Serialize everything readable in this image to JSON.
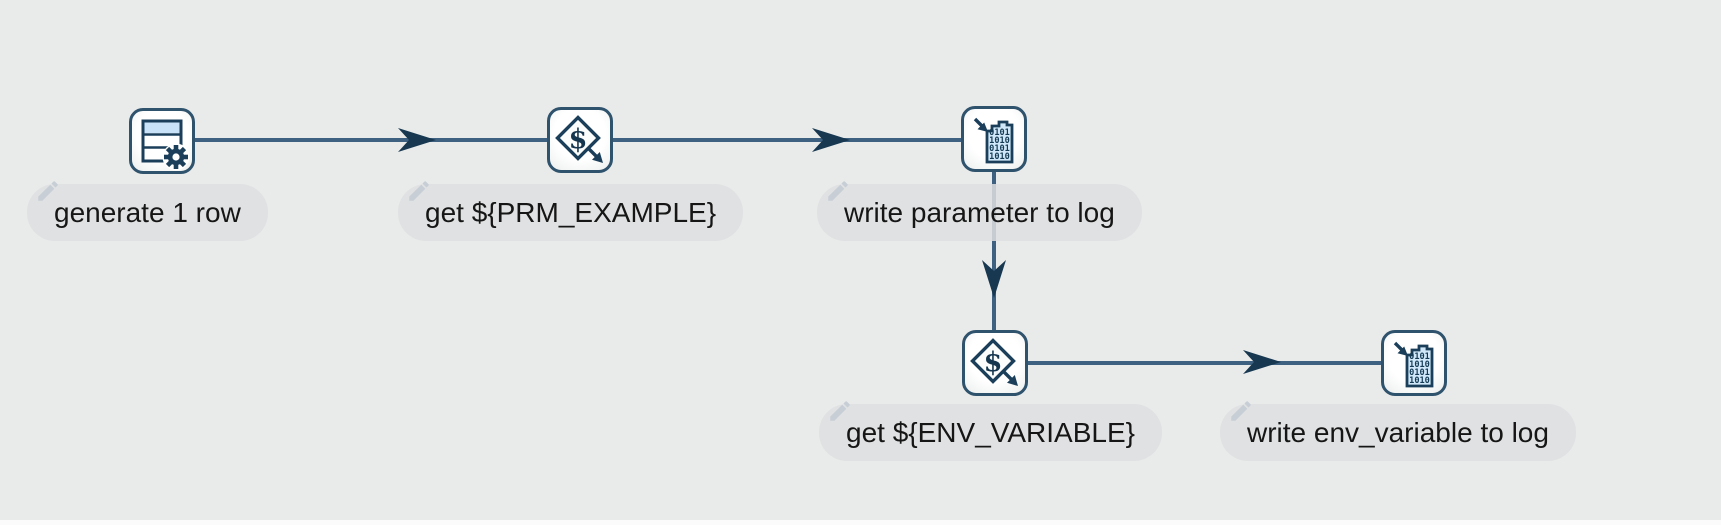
{
  "app": "pipeline-canvas",
  "palette": {
    "canvas_bg": "#e9eaea",
    "hop_line": "#3e6181",
    "hop_arrow": "#173850",
    "node_border": "#2f536d",
    "icon_navy": "#1b3f5a",
    "icon_light_blue": "#cfe7f8",
    "pill_bg": "#e2e3e3",
    "label_text": "#161616",
    "pencil_gray": "#c7ced6"
  },
  "nodes": [
    {
      "label": "generate 1 row",
      "type": "data-grid"
    },
    {
      "label": "get ${PRM_EXAMPLE}",
      "type": "get-variables"
    },
    {
      "label": "write parameter to log",
      "type": "write-to-log"
    },
    {
      "label": "get ${ENV_VARIABLE}",
      "type": "get-variables"
    },
    {
      "label": "write env_variable to log",
      "type": "write-to-log"
    }
  ],
  "connections": [
    {
      "from": "generate 1 row",
      "to": "get ${PRM_EXAMPLE}",
      "direction": "right"
    },
    {
      "from": "get ${PRM_EXAMPLE}",
      "to": "write parameter to log",
      "direction": "right"
    },
    {
      "from": "write parameter to log",
      "to": "get ${ENV_VARIABLE}",
      "direction": "down"
    },
    {
      "from": "get ${ENV_VARIABLE}",
      "to": "write env_variable to log",
      "direction": "right"
    }
  ],
  "icons": {
    "dollar_glyph": "$",
    "binary_lines": [
      "0101",
      "1010",
      "0101",
      "1010"
    ]
  }
}
